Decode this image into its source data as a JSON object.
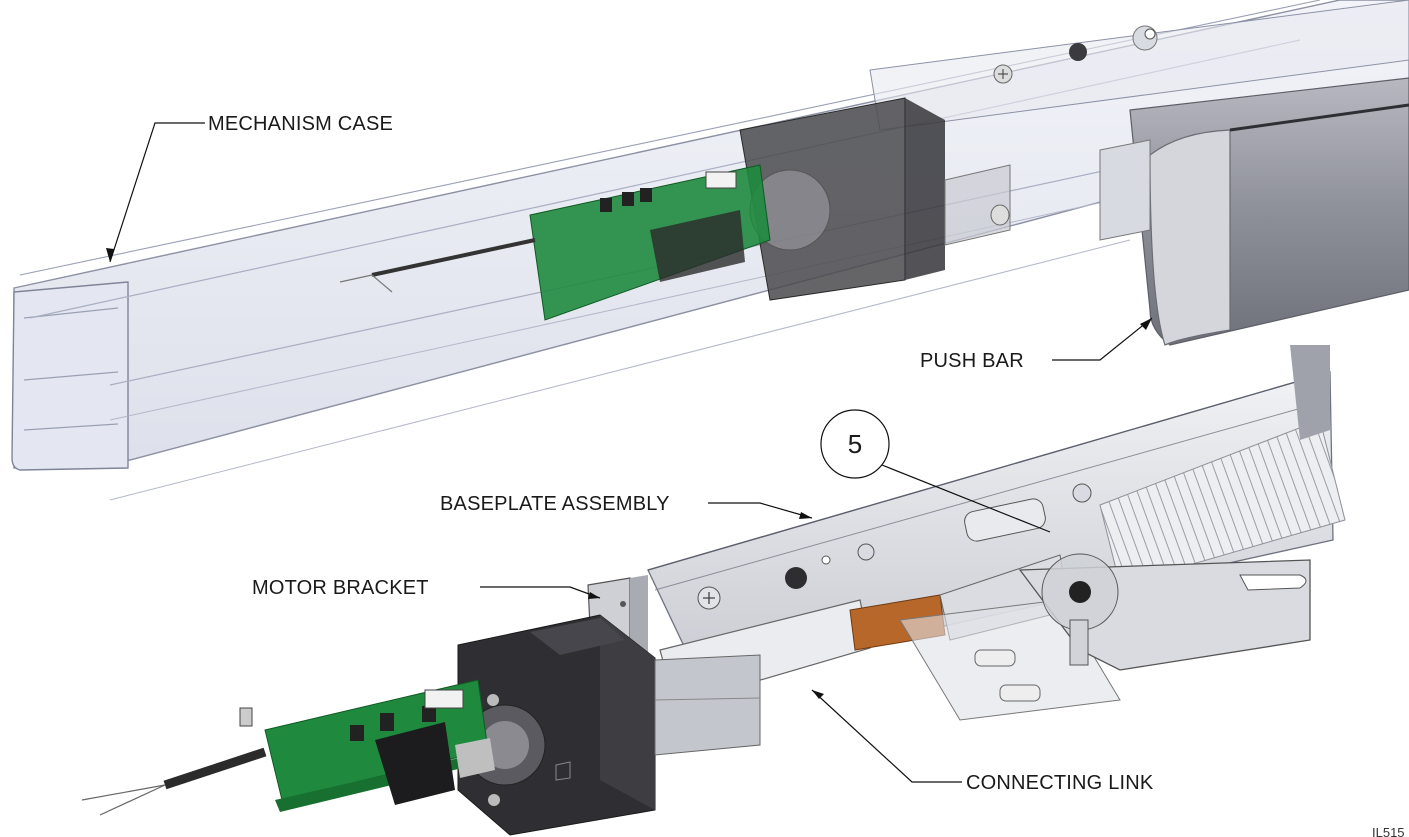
{
  "labels": {
    "mechanism_case": "MECHANISM CASE",
    "push_bar": "PUSH BAR",
    "baseplate_assembly": "BASEPLATE ASSEMBLY",
    "motor_bracket": "MOTOR BRACKET",
    "connecting_link": "CONNECTING LINK"
  },
  "balloon": {
    "number": "5"
  },
  "drawing_id": "IL515",
  "colors": {
    "case_glass": "#dfe3ef",
    "motor_body": "#2c2c2e",
    "pcb_green": "#1f8a3e",
    "metal": "#d6d7dc",
    "spring": "#bfc1c6",
    "link_bronze": "#b8672a",
    "push_bar": "#8c8e97"
  }
}
